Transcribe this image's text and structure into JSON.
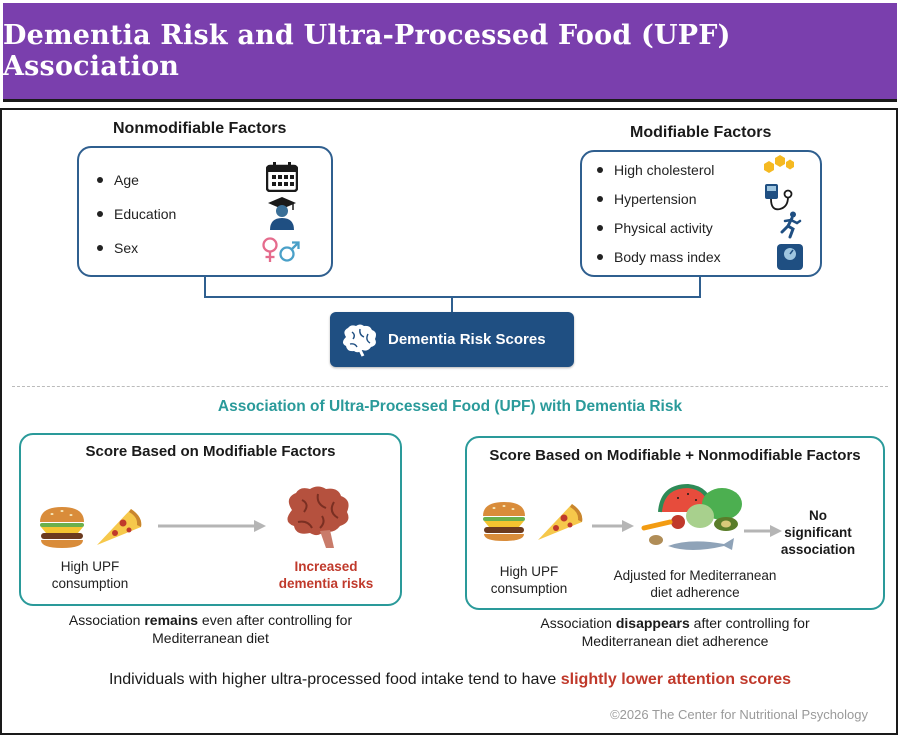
{
  "title": "Dementia Risk and Ultra-Processed Food (UPF) Association",
  "nonmodifiable": {
    "heading": "Nonmodifiable Factors",
    "items": [
      "Age",
      "Education",
      "Sex"
    ]
  },
  "modifiable": {
    "heading": "Modifiable Factors",
    "items": [
      "High cholesterol",
      "Hypertension",
      "Physical activity",
      "Body mass index"
    ]
  },
  "risk_scores_label": "Dementia Risk Scores",
  "association_title": "Association of Ultra-Processed Food (UPF) with Dementia Risk",
  "left_panel": {
    "heading": "Score Based on Modifiable Factors",
    "upf_label_1": "High UPF",
    "upf_label_2": "consumption",
    "risk_label_1": "Increased",
    "risk_label_2": "dementia risks",
    "caption_pre": "Association ",
    "caption_bold": "remains",
    "caption_post": " even after controlling for",
    "caption_line2": "Mediterranean diet"
  },
  "right_panel": {
    "heading": "Score Based on Modifiable + Nonmodifiable Factors",
    "upf_label_1": "High UPF",
    "upf_label_2": "consumption",
    "adjusted_label_1": "Adjusted for Mediterranean",
    "adjusted_label_2": "diet adherence",
    "result_1": "No",
    "result_2": "significant",
    "result_3": "association",
    "caption_pre": "Association ",
    "caption_bold": "disappears",
    "caption_post": " after controlling for",
    "caption_line2": "Mediterranean diet adherence"
  },
  "conclusion_pre": "Individuals with higher ultra-processed food intake tend to have ",
  "conclusion_highlight": "slightly lower attention scores",
  "copyright": "©2026 The Center for Nutritional Psychology",
  "colors": {
    "banner": "#7a3fad",
    "navy": "#1f4f82",
    "teal": "#2a9a9a",
    "red": "#c0392b"
  }
}
